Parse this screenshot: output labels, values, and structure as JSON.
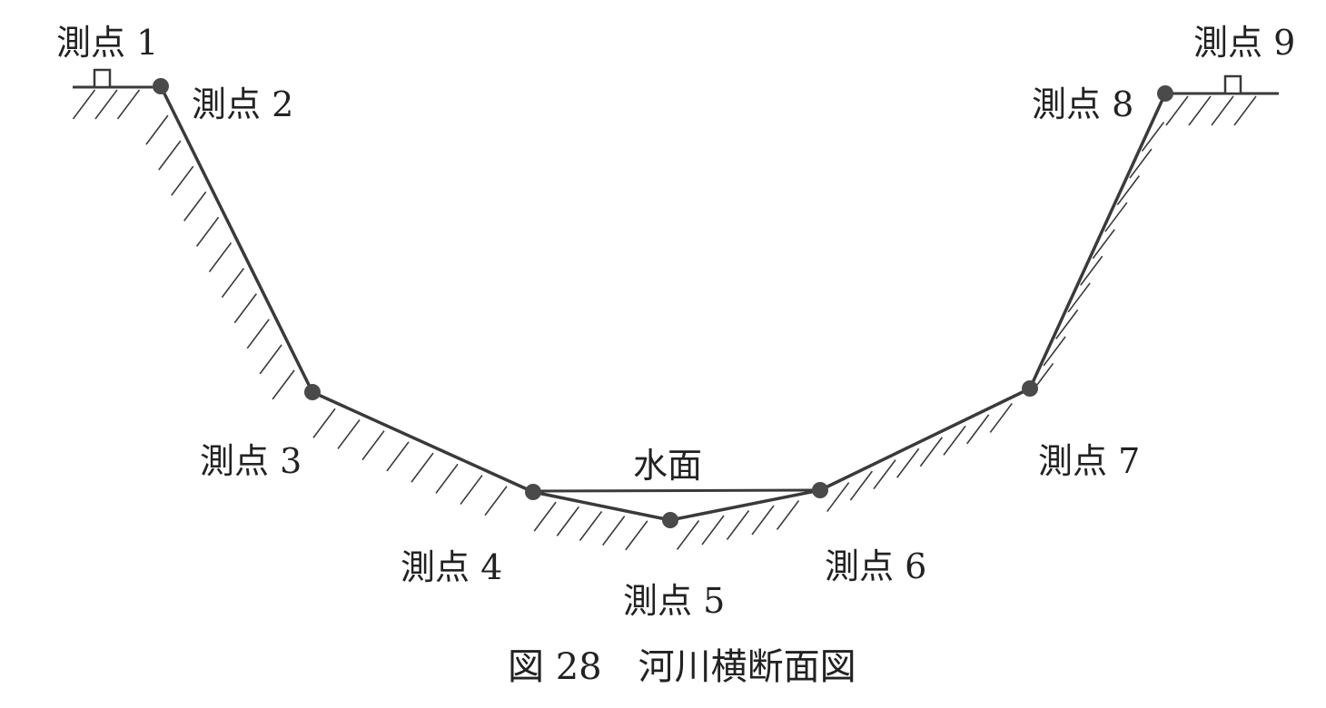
{
  "diagram": {
    "caption": "図 28　河川横断面図",
    "water_surface_label": "水面",
    "stations": [
      {
        "id": "1",
        "label": "測点 1",
        "marker": "benchmark-square"
      },
      {
        "id": "2",
        "label": "測点 2",
        "marker": "dot"
      },
      {
        "id": "3",
        "label": "測点 3",
        "marker": "dot"
      },
      {
        "id": "4",
        "label": "測点 4",
        "marker": "dot"
      },
      {
        "id": "5",
        "label": "測点 5",
        "marker": "dot"
      },
      {
        "id": "6",
        "label": "測点 6",
        "marker": "dot"
      },
      {
        "id": "7",
        "label": "測点 7",
        "marker": "dot"
      },
      {
        "id": "8",
        "label": "測点 8",
        "marker": "dot"
      },
      {
        "id": "9",
        "label": "測点 9",
        "marker": "benchmark-square"
      }
    ],
    "colors": {
      "line": "#3a3a3a",
      "dot": "#4a4a4a",
      "text": "#222222"
    }
  }
}
